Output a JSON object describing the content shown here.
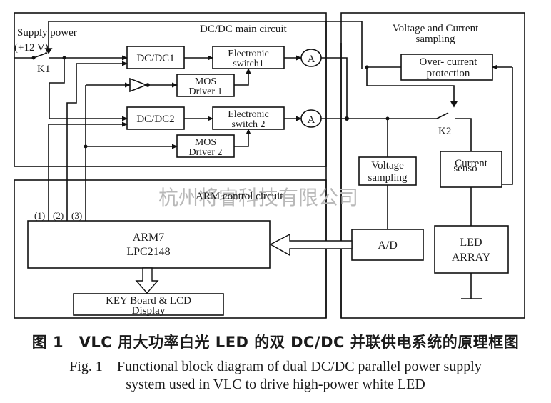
{
  "diagram": {
    "sections": {
      "dcdc_main": "DC/DC main circuit",
      "sampling_line1": "Voltage and Current",
      "sampling_line2": "sampling",
      "arm_control": "ARM control circuit"
    },
    "power": {
      "supply_line1": "Supply power",
      "supply_line2": "(+12 V)",
      "switch_k1": "K1",
      "switch_k2": "K2"
    },
    "blocks": {
      "dcdc1": "DC/DC1",
      "dcdc2": "DC/DC2",
      "esw1_line1": "Electronic",
      "esw1_line2": "switch1",
      "esw2_line1": "Electronic",
      "esw2_line2": "switch 2",
      "mos1_line1": "MOS",
      "mos1_line2": "Driver 1",
      "mos2_line1": "MOS",
      "mos2_line2": "Driver 2",
      "ammeter1": "A",
      "ammeter2": "A",
      "ocp_line1": "Over- current",
      "ocp_line2": "protection",
      "vsamp_line1": "Voltage",
      "vsamp_line2": "sampling",
      "csense_line1": "Current",
      "csense_line2": "senso",
      "ad": "A/D",
      "led_line1": "LED",
      "led_line2": "ARRAY",
      "arm_line1": "ARM7",
      "arm_line2": "LPC2148",
      "key_line1": "KEY Board & LCD",
      "key_line2": "Display"
    },
    "pins": [
      "(1)",
      "(2)",
      "(3)"
    ],
    "watermark": "杭州将睿科技有限公司"
  },
  "caption": {
    "zh": "图 1　VLC 用大功率白光 LED 的双 DC/DC 并联供电系统的原理框图",
    "en_line1": "Fig. 1　Functional block diagram of dual DC/DC parallel power supply",
    "en_line2": "system used in VLC to drive high-power white LED"
  }
}
